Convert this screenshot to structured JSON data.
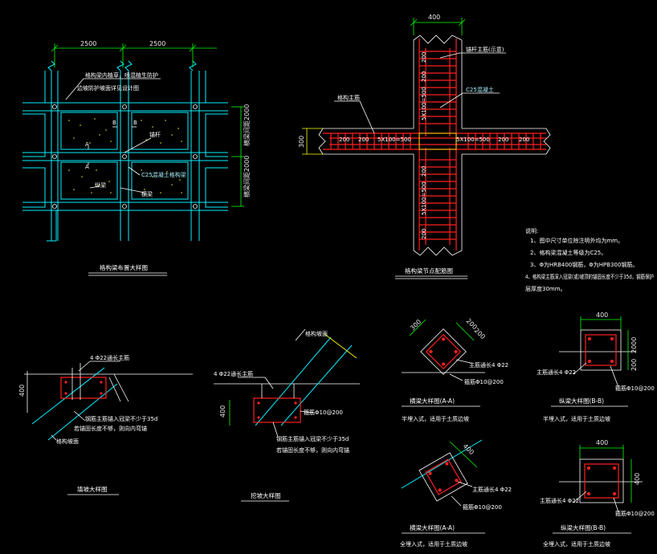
{
  "plan": {
    "dim_top_left": "2500",
    "dim_top_right": "2500",
    "dim_right_upper": "横梁间距2000",
    "dim_right_lower": "横梁间距2000",
    "label_plant": "格构梁内植草，喷混植生防护",
    "label_plant2": "边坡防护坡面详见设计图",
    "label_b_top": "B",
    "label_b_right": "B",
    "label_a_left": "A",
    "label_a_lower": "A",
    "label_anchor": "锚杆",
    "label_c25": "C25混凝土格构梁",
    "label_frame": "横梁",
    "label_edge": "纵梁",
    "title": "格构梁布置大样图"
  },
  "cross": {
    "dim_top": "400",
    "label_top_note": "锚杆主筋(示意)",
    "label_c25": "C25混凝土",
    "label_left": "格构主筋",
    "dim_left": "300",
    "dim_v_top1": "200",
    "dim_v_top2": "5X100=500",
    "dim_v_top3": "200",
    "dim_h_left1": "200",
    "dim_h_left2": "200",
    "dim_h_left3": "5X100=500",
    "dim_h_right1": "5X100=500",
    "dim_h_right2": "200",
    "dim_h_right3": "200",
    "dim_v_bot1": "200",
    "dim_v_bot2": "5X100=500",
    "dim_v_bot3": "200",
    "title": "格构梁节点配筋图"
  },
  "notes": {
    "heading": "说明:",
    "items": [
      "1、图中尺寸单位除注明外均为mm。",
      "2、格构梁混凝土等级为C25。",
      "3、Φ为HRB400钢筋，Φ为HPB300钢筋。",
      "4、格构梁主筋深入冠梁(或)坡顶的锚固长度不少于35d，钢筋保护",
      "层厚度30mm。"
    ]
  },
  "fill_detail": {
    "dim_h": "400",
    "label_main": "4 Φ22通长主筋",
    "label_note1": "钢筋主筋锚入冠梁不少于35d",
    "label_note2": "若锚固长度不够，则向内弯锚",
    "label_edge": "格构坡面",
    "title": "填坡大样图"
  },
  "cut_detail": {
    "label_top": "格构坡面",
    "label_main": "4 Φ22通长主筋",
    "dim_h": "400",
    "label_stirrup": "箍筋Φ10@200",
    "label_note1": "钢筋主筋锚入冠梁不少于35d",
    "label_note2": "若锚固长度不够，则向内弯锚",
    "title": "挖坡大样图"
  },
  "sec1": {
    "dim_a": "300",
    "dim_b": "200",
    "dim_c": "200",
    "label_main": "主筋通长4 Φ22",
    "label_stirrup": "箍筋Φ10@200",
    "title": "横梁大样图(A-A)",
    "subtitle": "半埋入式，适用于土质边坡"
  },
  "sec2": {
    "dim_top": "400",
    "dim_r1": "2000",
    "dim_r2": "200",
    "label_main": "主筋通长4 Φ22",
    "label_stirrup": "箍筋Φ10@200",
    "title": "纵梁大样图(B-B)",
    "subtitle": "半埋入式，适用于土质边坡"
  },
  "sec3": {
    "dim_a": "400",
    "label_main": "主筋通长4 Φ22",
    "label_stirrup": "箍筋Φ10@200",
    "title": "横梁大样图(A-A)",
    "subtitle": "全埋入式，适用于土质边坡"
  },
  "sec4": {
    "dim_top": "400",
    "dim_r": "400",
    "label_main": "主筋通长4 Φ22",
    "label_stirrup": "箍筋Φ10@200",
    "title": "纵梁大样图(B-B)",
    "subtitle": "全埋入式，适用于土质边坡"
  }
}
